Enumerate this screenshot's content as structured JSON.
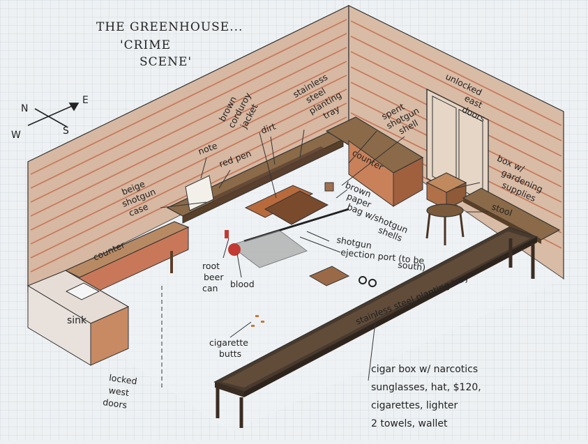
{
  "title": {
    "line1": "THE GREENHOUSE...",
    "line2": "'CRIME",
    "line3": "SCENE'"
  },
  "compass": {
    "n": "N",
    "s": "S",
    "e": "E",
    "w": "W"
  },
  "labels": {
    "brown_corduroy_jacket": [
      "brown",
      "corduroy",
      "jacket"
    ],
    "stainless_steel_tray_top": [
      "stainless",
      "steel",
      "planting",
      "tray"
    ],
    "spent_shotgun_shell": [
      "spent",
      "shotgun",
      "shell"
    ],
    "unlocked_east_doors": [
      "unlocked",
      "east",
      "doors"
    ],
    "note": "note",
    "red_pen": "red pen",
    "dirt": "dirt",
    "counter_back": "counter",
    "beige_shotgun_case": [
      "beige",
      "shotgun",
      "case"
    ],
    "box_gardening": [
      "box w/",
      "gardening",
      "supplies"
    ],
    "stool": "stool",
    "brown_paper_bag": [
      "brown",
      "paper",
      "bag w/",
      "shotgun",
      "shells"
    ],
    "shotgun": "shotgun",
    "ejection_port": [
      "ejection port (to be",
      "south)"
    ],
    "counter_left": "counter",
    "root_beer_can": [
      "root",
      "beer",
      "can"
    ],
    "blood": "blood",
    "sink": "sink",
    "stainless_tray_front": "stainless steel planting tray",
    "cigarette_butts": [
      "cigarette",
      "butts"
    ],
    "locked_west_doors": [
      "locked",
      "west",
      "doors"
    ],
    "cigar_box": [
      "cigar box w/ narcotics",
      "sunglasses, hat, $120,",
      "cigarettes, lighter",
      "2 towels, wallet"
    ]
  },
  "colors": {
    "grid": "#c9d2dc",
    "wall": "#d7b8a2",
    "plank": "#c46a4a",
    "wood": "#7a5a3a",
    "wood_dark": "#5a3f28",
    "tray": "#3e3228",
    "outline": "#333333",
    "blood": "#c23a32"
  }
}
